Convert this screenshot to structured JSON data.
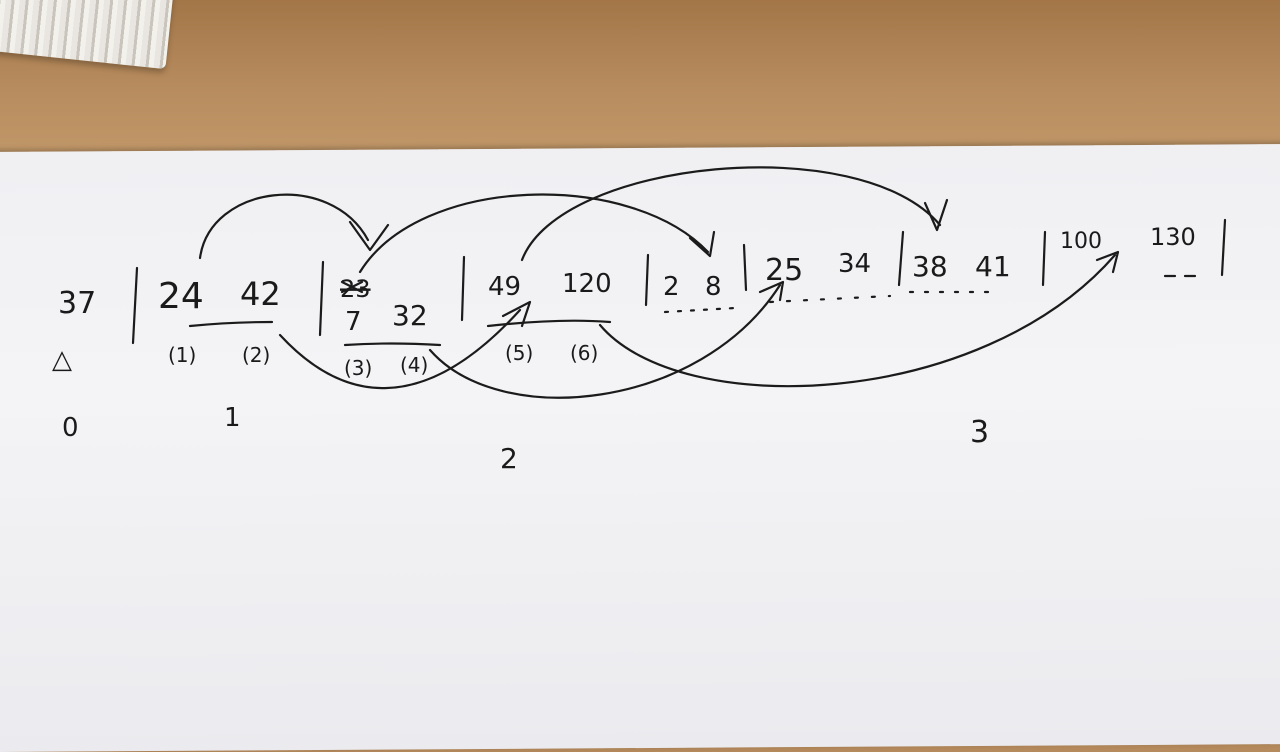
{
  "key": "37",
  "key_marker": "△",
  "blocks": [
    {
      "values": [
        "24",
        "42"
      ],
      "indices": [
        "(1)",
        "(2)"
      ],
      "level": "1"
    },
    {
      "values": [
        "7",
        "32"
      ],
      "crossed": "23",
      "indices": [
        "(3)",
        "(4)"
      ]
    },
    {
      "values": [
        "49",
        "120"
      ],
      "indices": [
        "(5)",
        "(6)"
      ],
      "level": "2"
    },
    {
      "values": [
        "2",
        "8"
      ]
    },
    {
      "values": [
        "25",
        "34"
      ]
    },
    {
      "values": [
        "38",
        "41"
      ],
      "level": "3"
    },
    {
      "values": [
        "100",
        "130"
      ]
    }
  ],
  "levels": [
    "0",
    "1",
    "2",
    "3"
  ],
  "colors": {
    "ink": "#1b1b1b",
    "paper": "#f2f2f5",
    "desk": "#b58a5c"
  }
}
